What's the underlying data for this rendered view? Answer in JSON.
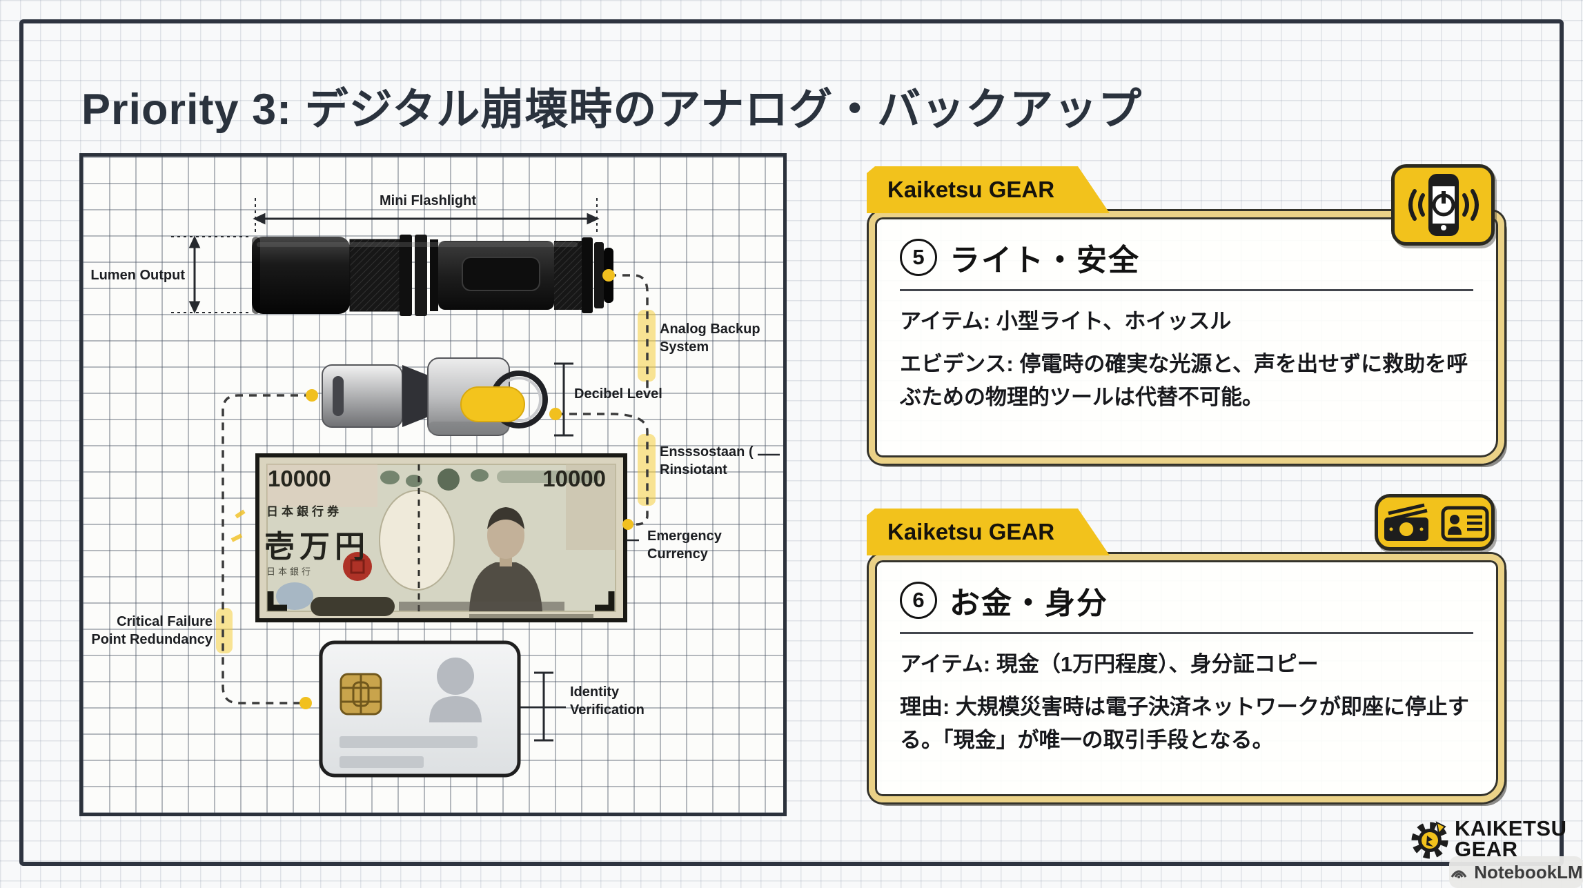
{
  "title": "Priority 3: デジタル崩壊時のアナログ・バックアップ",
  "colors": {
    "accent": "#F2C21C",
    "ink": "#2A323D"
  },
  "diagram": {
    "flashlight_label": "Mini Flashlight",
    "lumen_label": "Lumen Output",
    "decibel_label": "Decibel Level",
    "analog_line1": "Analog Backup",
    "analog_line2": "System",
    "enss_line1": "Ensssostaan (",
    "enss_line2": "Rinsiotant",
    "emergency_line1": "Emergency",
    "emergency_line2": "Currency",
    "critical_line1": "Critical Failure",
    "critical_line2": "Point Redundancy",
    "identity_line1": "Identity",
    "identity_line2": "Verification",
    "banknote": {
      "corner_value": "10000",
      "corner_value_right": "10000",
      "issuer": "日本銀行券",
      "denomination": "壱万円",
      "sub": "日本銀行"
    }
  },
  "cards": [
    {
      "tab": "Kaiketsu GEAR",
      "number": "5",
      "title": "ライト・安全",
      "line1": "アイテム: 小型ライト、ホイッスル",
      "line2": "エビデンス: 停電時の確実な光源と、声を出せずに救助を呼ぶための物理的ツールは代替不可能。"
    },
    {
      "tab": "Kaiketsu GEAR",
      "number": "6",
      "title": "お金・身分",
      "line1": "アイテム: 現金（1万円程度）、身分証コピー",
      "line2": "理由: 大規模災害時は電子決済ネットワークが即座に停止する。「現金」が唯一の取引手段となる。"
    }
  ],
  "footer": {
    "brand_top": "KAIKETSU",
    "brand_bottom": "GEAR",
    "badge": "NotebookLM"
  }
}
